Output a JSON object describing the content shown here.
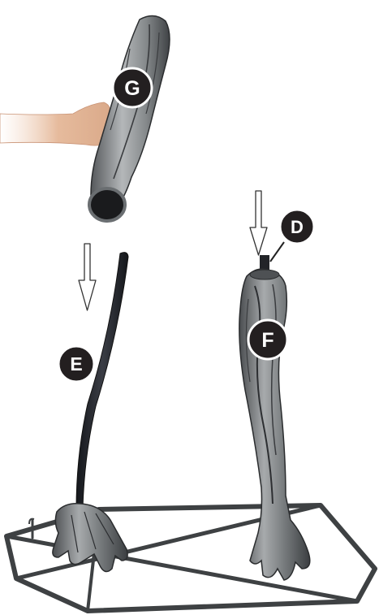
{
  "labels": {
    "upper_leg": "G",
    "connector_peg": "D",
    "support_pole": "E",
    "lower_leg": "F"
  },
  "colors": {
    "badge_fill": "#231f20",
    "badge_ring": "#ffffff",
    "badge_text": "#ffffff",
    "frame_metal": "#3e4143",
    "leg_grey": "#8a8d8f",
    "leg_dark": "#2e3032",
    "pole": "#24262c",
    "skin": "#e2b596",
    "arrow_stroke": "#333333"
  }
}
